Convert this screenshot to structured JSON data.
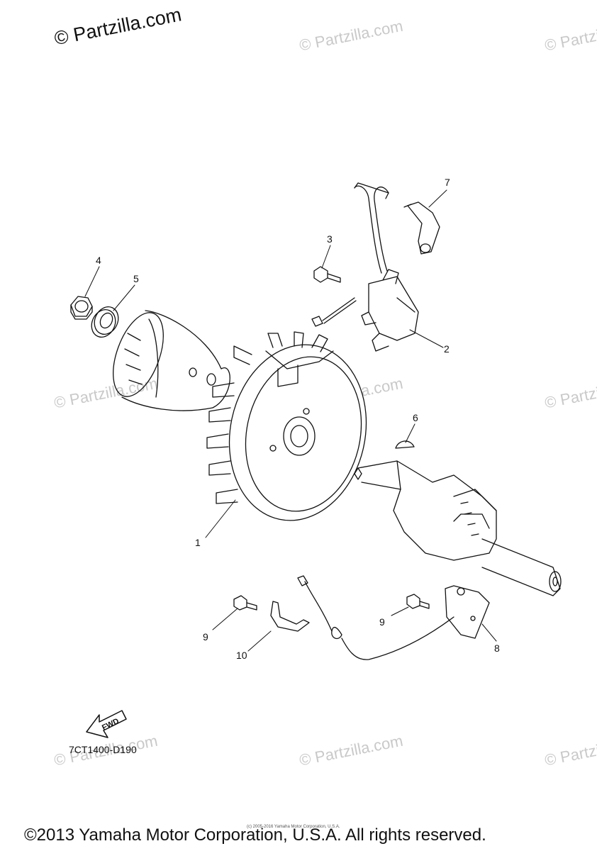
{
  "watermarks": {
    "main": "© Partzilla.com",
    "tile": "© Partzilla.com"
  },
  "callouts": [
    "1",
    "2",
    "3",
    "4",
    "5",
    "6",
    "7",
    "8",
    "9",
    "9",
    "10"
  ],
  "fwd_label": "FWD",
  "diagram_code": "7CT1400-D190",
  "copyright_small": "(c) 2005-2016 Yamaha Motor Corporation, U.S.A.",
  "copyright": "©2013 Yamaha Motor Corporation, U.S.A. All rights reserved.",
  "colors": {
    "line": "#111111",
    "watermark": "#c9c9c9"
  }
}
